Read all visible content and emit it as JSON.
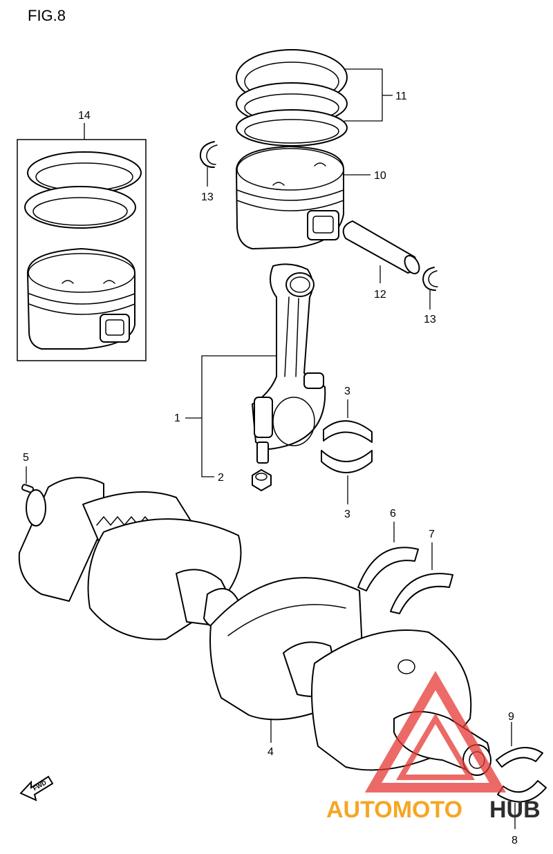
{
  "figure": {
    "title": "FIG.8"
  },
  "callouts": {
    "c1": "1",
    "c2": "2",
    "c3a": "3",
    "c3b": "3",
    "c4": "4",
    "c5": "5",
    "c6": "6",
    "c7": "7",
    "c8": "8",
    "c9": "9",
    "c10": "10",
    "c11": "11",
    "c12": "12",
    "c13a": "13",
    "c13b": "13",
    "c14": "14"
  },
  "fwd_label": "FWD",
  "watermark": {
    "part1": "AUTOMOTO",
    "part2": "HUB",
    "color_primary": "#f5a623",
    "color_secondary": "#2d2d2d",
    "logo_color": "#e53935"
  }
}
